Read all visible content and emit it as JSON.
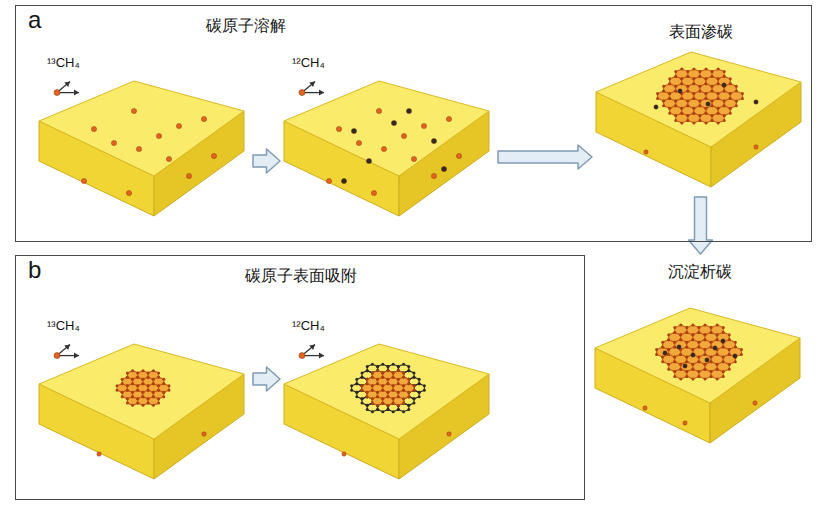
{
  "diagram": {
    "nodes": [
      {
        "text": [
          "a",
          "碳原子溶解"
        ]
      },
      {
        "text": [
          "¹³CH₄"
        ],
        "in": 0
      },
      {
        "text": [
          "¹²CH₄"
        ],
        "in": 0
      },
      {
        "text": [
          "表面渗碳"
        ],
        "in": 0
      },
      {
        "text": [
          "沉淀析碳"
        ]
      },
      {
        "text": [
          "b",
          "碳原子表面吸附"
        ]
      },
      {
        "text": [
          "¹³CH₄"
        ],
        "in": 5
      },
      {
        "text": [
          "¹²CH₄"
        ],
        "in": 5
      }
    ],
    "edges": [
      {
        "from": 1,
        "to": 2,
        "arrow": "to"
      },
      {
        "from": 2,
        "to": 3,
        "arrow": "to"
      },
      {
        "from": 3,
        "to": 4,
        "arrow": "to"
      },
      {
        "from": 6,
        "to": 7,
        "arrow": "to"
      }
    ]
  }
}
